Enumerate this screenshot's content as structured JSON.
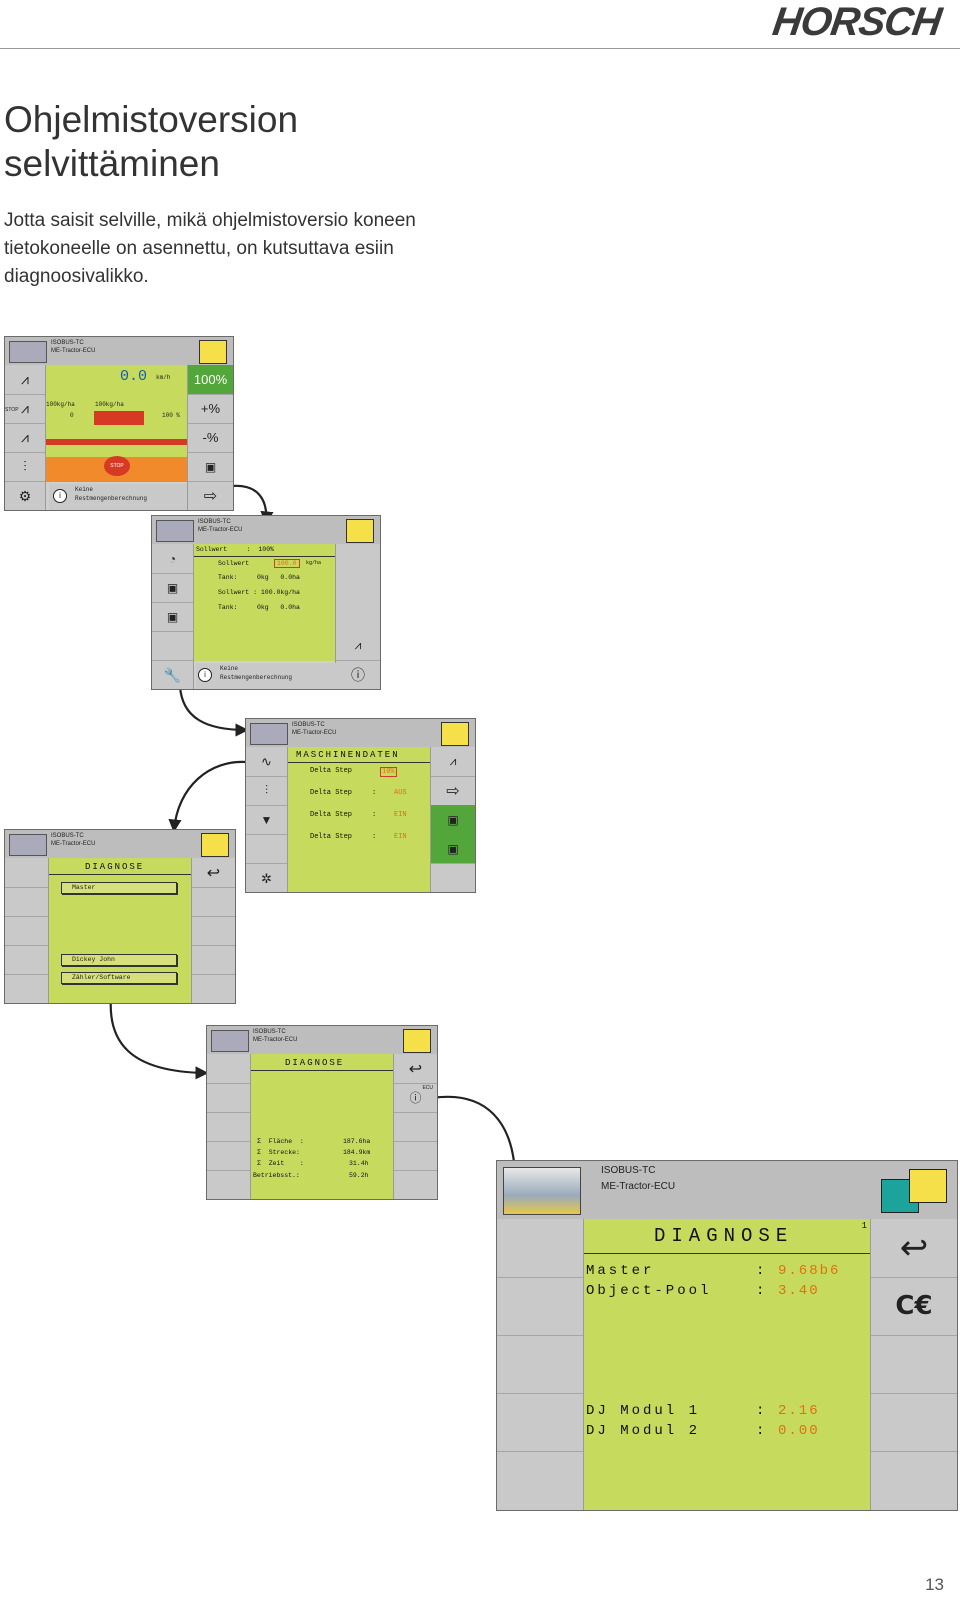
{
  "header": {
    "brand": "HORSCH"
  },
  "page": {
    "title_line1": "Ohjelmistoversion",
    "title_line2": "selvittäminen",
    "intro": "Jotta saisit selville, mikä ohjelmistoversio koneen tietokoneelle on asennettu, on kutsuttava esiin diagnoosivalikko.",
    "page_number": "13"
  },
  "terminal": {
    "isobus": "ISOBUS-TC",
    "ecu": "ME-Tractor-ECU"
  },
  "screen1": {
    "speed": "0.0",
    "speed_unit": "km/h",
    "percent": "100%",
    "plus": "+%",
    "minus": "-%",
    "rate_left": "100kg/ha",
    "rate_right": "100kg/ha",
    "left_val": "0",
    "right_val": "100 %",
    "stop_small": "STOP",
    "stop_label": "STOP",
    "info_line1": "Keine",
    "info_line2": "Restmengenberechnung"
  },
  "screen2": {
    "row1": "Sollwert     :  100%",
    "row2_label": "Sollwert",
    "row2_value": "100.0",
    "row2_unit": "kg/ha",
    "row3": "Tank:     0kg   0.0ha",
    "row4": "Sollwert : 100.0kg/ha",
    "row5": "Tank:     0kg   0.0ha",
    "info_line1": "Keine",
    "info_line2": "Restmengenberechnung"
  },
  "screen3": {
    "title": "MASCHINENDATEN",
    "rows": [
      {
        "label": "Delta Step",
        "sep": ":",
        "value": "10%"
      },
      {
        "label": "Delta Step",
        "sep": ":",
        "value": "AUS"
      },
      {
        "label": "Delta Step",
        "sep": ":",
        "value": "EIN"
      },
      {
        "label": "Delta Step",
        "sep": ":",
        "value": "EIN"
      }
    ]
  },
  "screen4": {
    "title": "DIAGNOSE",
    "btn1": "Master",
    "btn2": "Dickey John",
    "btn3": "Zähler/Software"
  },
  "screen5": {
    "title": "DIAGNOSE",
    "ecu_label": "ECU",
    "rows": [
      {
        "label": "Σ  Fläche  :",
        "value": "187.6ha"
      },
      {
        "label": "Σ  Strecke:",
        "value": "184.9km"
      },
      {
        "label": "Σ  Zeit    :",
        "value": "31.4h"
      },
      {
        "label": "Betriebsst.:",
        "value": "59.2h"
      }
    ]
  },
  "screen6": {
    "title": "DIAGNOSE",
    "page_index": "1",
    "rows": [
      {
        "label": "Master",
        "sep": ":",
        "value": "9.68b6"
      },
      {
        "label": "Object-Pool",
        "sep": ":",
        "value": "3.40"
      },
      {
        "label": "DJ Modul 1",
        "sep": ":",
        "value": "2.16"
      },
      {
        "label": "DJ Modul 2",
        "sep": ":",
        "value": "0.00"
      }
    ]
  }
}
